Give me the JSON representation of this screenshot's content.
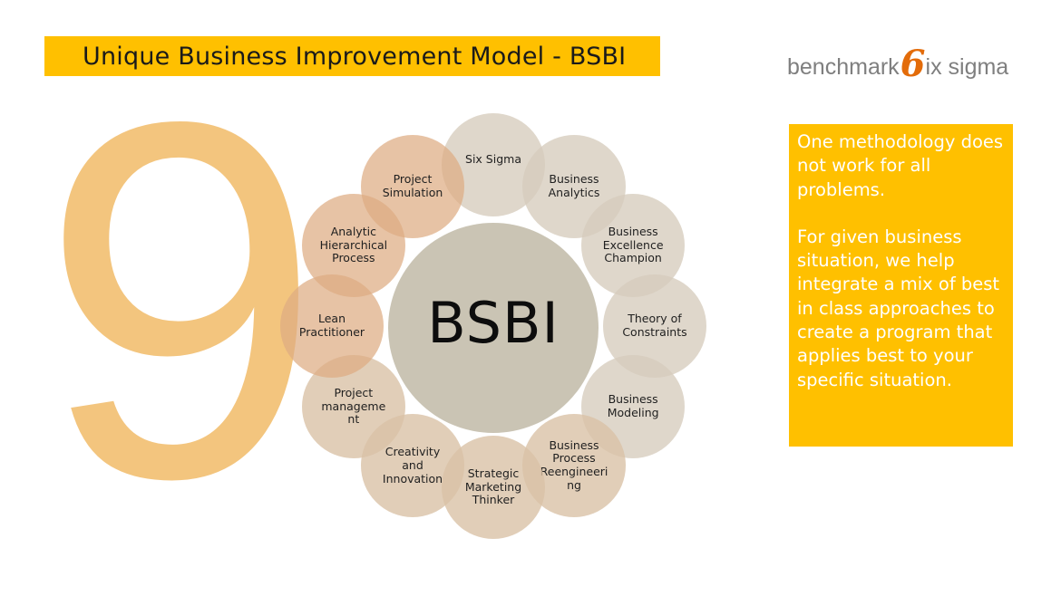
{
  "title": "Unique Business Improvement Model - BSBI",
  "logo": {
    "before": "benchmark",
    "six": "6",
    "after": "ix sigma",
    "colors": {
      "text": "#7f7f7f",
      "six": "#e36c0a"
    }
  },
  "big_number": "9",
  "center_label": "BSBI",
  "bubbles": [
    {
      "label": "Six Sigma",
      "tone": "light"
    },
    {
      "label": "Business\nAnalytics",
      "tone": "light"
    },
    {
      "label": "Business\nExcellence\nChampion",
      "tone": "light"
    },
    {
      "label": "Theory of\nConstraints",
      "tone": "light"
    },
    {
      "label": "Business\nModeling",
      "tone": "light"
    },
    {
      "label": "Business\nProcess\nReengineeri\nng",
      "tone": "mid"
    },
    {
      "label": "Strategic\nMarketing\nThinker",
      "tone": "mid"
    },
    {
      "label": "Creativity\nand\nInnovation",
      "tone": "mid"
    },
    {
      "label": "Project\nmanageme\nnt",
      "tone": "mid"
    },
    {
      "label": "Lean\nPractitioner",
      "tone": "warm"
    },
    {
      "label": "Analytic\nHierarchical\nProcess",
      "tone": "warm"
    },
    {
      "label": "Project\nSimulation",
      "tone": "warm"
    }
  ],
  "side_text": {
    "para1": "One methodology does not work for all problems.",
    "para2": "For given business situation, we help integrate a mix of best in class approaches to create a program that applies best to your specific situation."
  },
  "colors": {
    "accent": "#ffc000",
    "big_number": "#f3c57e",
    "center": "#c6bfae",
    "bubble_light": "#d9cfc0",
    "bubble_mid": "#ddc4a8",
    "bubble_warm": "#e0b089"
  }
}
